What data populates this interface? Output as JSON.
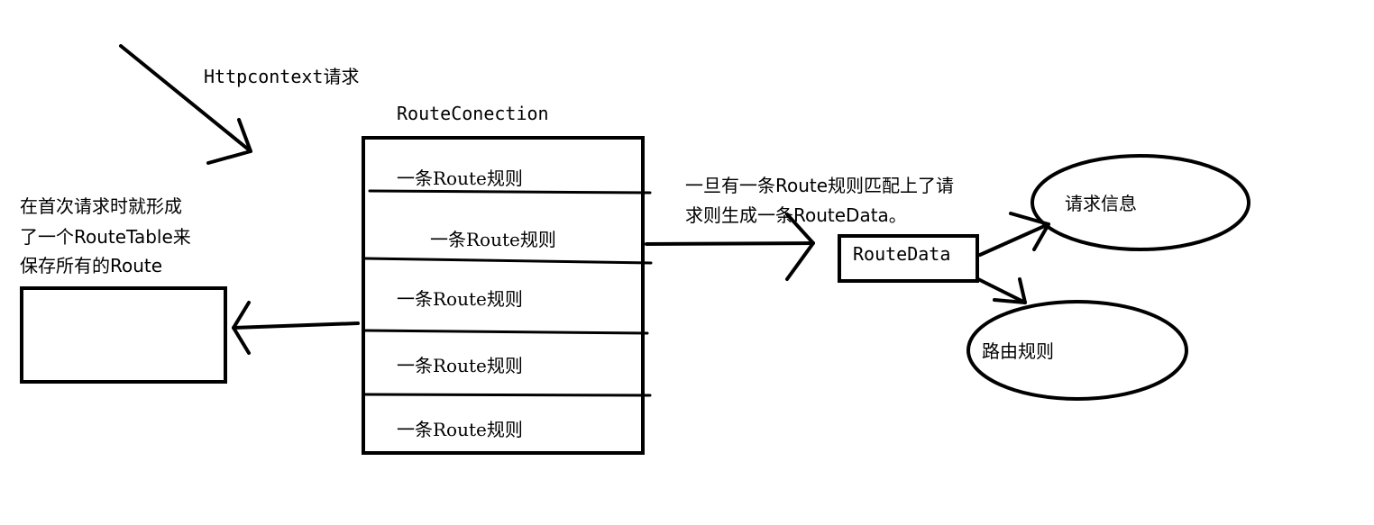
{
  "request_label": "Httpcontext请求",
  "collection": {
    "title": "RouteConection",
    "rules": [
      "一条Route规则",
      "一条Route规则",
      "一条Route规则",
      "一条Route规则",
      "一条Route规则"
    ]
  },
  "route_table_note": [
    "在首次请求时就形成",
    "了一个RouteTable来",
    "保存所有的Route"
  ],
  "match_note": [
    "一旦有一条Route规则匹配上了请",
    "求则生成一条RouteData。"
  ],
  "route_data": {
    "label": "RouteData",
    "outputs": [
      "请求信息",
      "路由规则"
    ]
  },
  "colors": {
    "stroke": "#000000",
    "background": "#ffffff"
  }
}
